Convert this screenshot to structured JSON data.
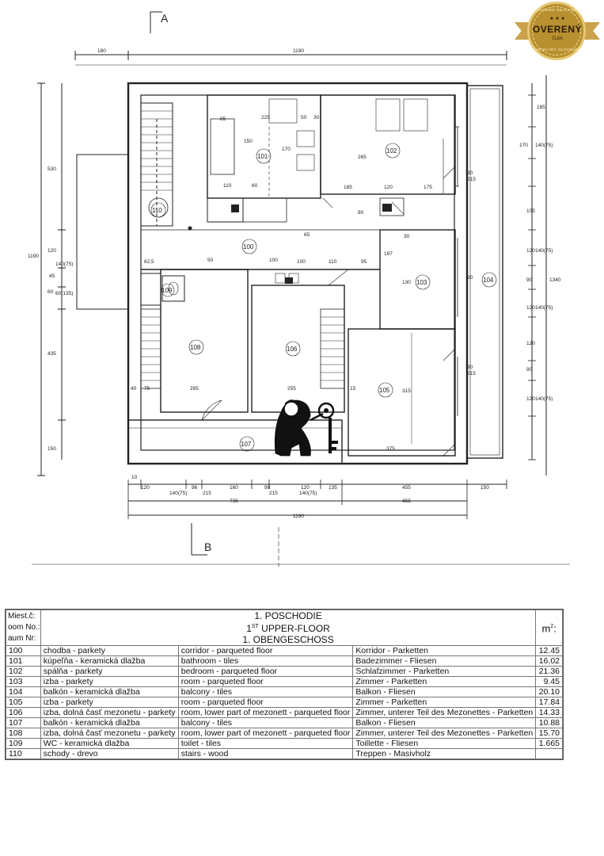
{
  "badge": {
    "title": "OVERENÝ",
    "subtitle": "ČLEN",
    "arc_top": "ZDRUŽENIE REALITNÝCH",
    "arc_bottom": "KANCELÁRIÍ SLOVENSKA",
    "stars": "★ ★ ★"
  },
  "plan": {
    "section_a": "A",
    "section_b": "B",
    "rooms": [
      "100",
      "101",
      "102",
      "103",
      "104",
      "105",
      "106",
      "107",
      "108",
      "109",
      "110"
    ],
    "dims_top": [
      "180",
      "1190"
    ],
    "dims_left": [
      "530",
      "1190",
      "120",
      "140(75)",
      "45",
      "60(135)",
      "60",
      "435",
      "150"
    ],
    "dims_right": [
      "185",
      "170",
      "140(75)",
      "105",
      "120",
      "140(75)",
      "90",
      "1340",
      "120",
      "140(75)",
      "120",
      "90",
      "120",
      "140(75)"
    ],
    "dims_bottom_1": [
      "10",
      "120",
      "140(75)",
      "96",
      "215",
      "160",
      "90",
      "215",
      "120",
      "140(75)",
      "135",
      "455",
      "150"
    ],
    "dims_bottom_2": [
      "735",
      "455"
    ],
    "dims_bottom_3": [
      "1190"
    ],
    "dims_interior": [
      "85",
      "225",
      "50",
      "30",
      "150",
      "170",
      "265",
      "90",
      "215",
      "185",
      "120",
      "175",
      "110",
      "60",
      "80",
      "50",
      "100",
      "30",
      "90",
      "197",
      "65",
      "62,5",
      "95",
      "100",
      "110",
      "15",
      "40",
      "75",
      "285",
      "255",
      "315",
      "375",
      "130",
      "90",
      "215"
    ]
  },
  "legend": {
    "header_nums": [
      "Miest.č:",
      "oom No.:",
      "aum Nr:"
    ],
    "title_sk": "1. POSCHODIE",
    "title_en_main": "1",
    "title_en_sup": "ST",
    "title_en_rest": " UPPER-FLOOR",
    "title_de": "1. OBENGESCHOSS",
    "unit_main": "m",
    "unit_sup": "2",
    "unit_rest": ":",
    "rows": [
      {
        "num": "100",
        "sk": "chodba - parkety",
        "en": "corridor - parqueted floor",
        "de": "Korridor - Parketten",
        "area": "12.45"
      },
      {
        "num": "101",
        "sk": "kúpeľňa - keramická dlažba",
        "en": "bathroom - tiles",
        "de": "Badezimmer - Fliesen",
        "area": "16.02"
      },
      {
        "num": "102",
        "sk": "spálňa - parkety",
        "en": "bedroom - parqueted floor",
        "de": "Schlafzimmer - Parketten",
        "area": "21.36"
      },
      {
        "num": "103",
        "sk": "izba - parkety",
        "en": "room - parqueted floor",
        "de": "Zimmer - Parketten",
        "area": "9.45"
      },
      {
        "num": "104",
        "sk": "balkón - keramická dlažba",
        "en": "balcony - tiles",
        "de": "Balkon - Fliesen",
        "area": "20.10"
      },
      {
        "num": "105",
        "sk": "izba - parkety",
        "en": "room - parqueted floor",
        "de": "Zimmer - Parketten",
        "area": "17.84"
      },
      {
        "num": "106",
        "sk": "izba, dolná časť mezonetu - parkety",
        "en": "room, lower part of mezonett - parqueted floor",
        "de": "Zimmer, unterer Teil des Mezonettes - Parketten",
        "area": "14.33"
      },
      {
        "num": "107",
        "sk": "balkón - keramická dlažba",
        "en": "balcony - tiles",
        "de": "Balkon - Fliesen",
        "area": "10.88"
      },
      {
        "num": "108",
        "sk": "izba, dolná časť mezonetu - parkety",
        "en": "room, lower part of mezonett - parqueted floor",
        "de": "Zimmer, unterer Teil des Mezonettes - Parketten",
        "area": "15.70"
      },
      {
        "num": "109",
        "sk": "WC - keramická dlažba",
        "en": "toilet - tiles",
        "de": "Toillette - Fliesen",
        "area": "1.665"
      },
      {
        "num": "110",
        "sk": "schody - drevo",
        "en": "stairs - wood",
        "de": "Treppen - Masivholz",
        "area": ""
      }
    ]
  }
}
